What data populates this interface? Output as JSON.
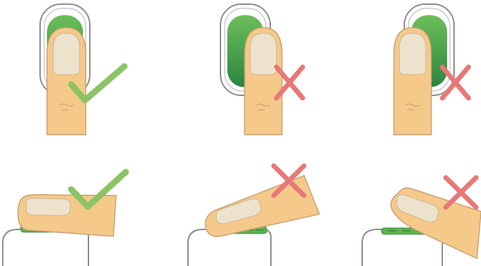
{
  "panels": [
    {
      "id": "front-centered",
      "view": "front",
      "placement": "centered",
      "verdict": "correct",
      "icon": "check-icon"
    },
    {
      "id": "front-offset-right",
      "view": "front",
      "placement": "offset-right",
      "verdict": "incorrect",
      "icon": "cross-icon"
    },
    {
      "id": "front-offset-left",
      "view": "front",
      "placement": "offset-left",
      "verdict": "incorrect",
      "icon": "cross-icon"
    },
    {
      "id": "side-flat",
      "view": "side",
      "placement": "flat",
      "verdict": "correct",
      "icon": "check-icon"
    },
    {
      "id": "side-tilted",
      "view": "side",
      "placement": "tilted",
      "verdict": "incorrect",
      "icon": "cross-icon"
    },
    {
      "id": "side-tip-only",
      "view": "side",
      "placement": "tip-only",
      "verdict": "incorrect",
      "icon": "cross-icon"
    }
  ],
  "colors": {
    "skin": "#f5c98a",
    "skin_outline": "#c9a070",
    "nail": "#ede2cc",
    "sensor_green": "#5fb24f",
    "sensor_green_dark": "#2f8a3a",
    "sensor_frame": "#8c8c8c",
    "check": "#8cc464",
    "cross": "#e87878"
  }
}
